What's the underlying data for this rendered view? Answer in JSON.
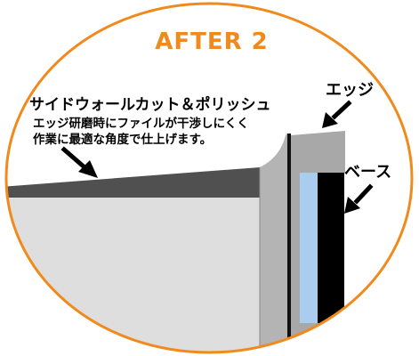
{
  "title": "AFTER 2",
  "labels": {
    "sidewall_title": "サイドウォールカット＆ポリッシュ",
    "sidewall_line1": "エッジ研磨時にファイルが干渉しにくく",
    "sidewall_line2": "作業に最適な角度で仕上げます。",
    "edge": "エッジ",
    "base": "ベース"
  },
  "colors": {
    "oval_outline": "#f08a1c",
    "title": "#f08a1c",
    "topsheet": "#505050",
    "core": "#dedede",
    "sidewall": "#b4b4b4",
    "edge_steel": "#a8a8a8",
    "base_blue": "#a9cdee",
    "base_black": "#000000",
    "text": "#000000"
  }
}
